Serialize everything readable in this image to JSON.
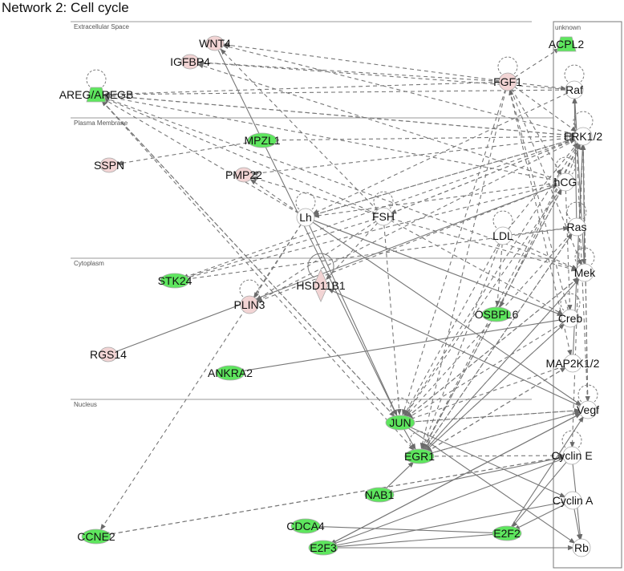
{
  "title": "Network 2: Cell cycle",
  "regions": [
    {
      "id": "extracellular",
      "label": "Extracellular Space"
    },
    {
      "id": "plasma",
      "label": "Plasma Membrane"
    },
    {
      "id": "cytoplasm",
      "label": "Cytoplasm"
    },
    {
      "id": "nucleus",
      "label": "Nucleus"
    },
    {
      "id": "unknown",
      "label": "unknown"
    }
  ],
  "colors": {
    "upregulated": "#f2d4d4",
    "downregulated": "#5ee65e",
    "neutral": "#ffffff",
    "edge": "#777777"
  },
  "nodes": [
    {
      "id": "WNT4",
      "label": "WNT4",
      "fill": "up"
    },
    {
      "id": "IGFBP4",
      "label": "IGFBP4",
      "fill": "up"
    },
    {
      "id": "ACPL2",
      "label": "ACPL2",
      "fill": "down"
    },
    {
      "id": "AREG",
      "label": "AREG/AREGB",
      "fill": "down"
    },
    {
      "id": "FGF1",
      "label": "FGF1",
      "fill": "up"
    },
    {
      "id": "Raf",
      "label": "Raf",
      "fill": "none"
    },
    {
      "id": "MPZL1",
      "label": "MPZL1",
      "fill": "down"
    },
    {
      "id": "ERK",
      "label": "ERK1/2",
      "fill": "none"
    },
    {
      "id": "SSPN",
      "label": "SSPN",
      "fill": "up"
    },
    {
      "id": "PMP22",
      "label": "PMP22",
      "fill": "up"
    },
    {
      "id": "hCG",
      "label": "hCG",
      "fill": "none"
    },
    {
      "id": "Lh",
      "label": "Lh",
      "fill": "none"
    },
    {
      "id": "FSH",
      "label": "FSH",
      "fill": "none"
    },
    {
      "id": "LDL",
      "label": "LDL",
      "fill": "none"
    },
    {
      "id": "Ras",
      "label": "Ras",
      "fill": "none"
    },
    {
      "id": "STK24",
      "label": "STK24",
      "fill": "down"
    },
    {
      "id": "HSD11B1",
      "label": "HSD11B1",
      "fill": "up"
    },
    {
      "id": "Mek",
      "label": "Mek",
      "fill": "none"
    },
    {
      "id": "PLIN3",
      "label": "PLIN3",
      "fill": "up"
    },
    {
      "id": "OSBPL6",
      "label": "OSBPL6",
      "fill": "down"
    },
    {
      "id": "Creb",
      "label": "Creb",
      "fill": "none"
    },
    {
      "id": "RGS14",
      "label": "RGS14",
      "fill": "up"
    },
    {
      "id": "ANKRA2",
      "label": "ANKRA2",
      "fill": "down"
    },
    {
      "id": "MAP2K",
      "label": "MAP2K1/2",
      "fill": "none"
    },
    {
      "id": "Vegf",
      "label": "Vegf",
      "fill": "none"
    },
    {
      "id": "JUN",
      "label": "JUN",
      "fill": "down"
    },
    {
      "id": "EGR1",
      "label": "EGR1",
      "fill": "down"
    },
    {
      "id": "CyclinE",
      "label": "Cyclin E",
      "fill": "none"
    },
    {
      "id": "NAB1",
      "label": "NAB1",
      "fill": "down"
    },
    {
      "id": "CyclinA",
      "label": "Cyclin A",
      "fill": "none"
    },
    {
      "id": "CCNE2",
      "label": "CCNE2",
      "fill": "down"
    },
    {
      "id": "CDCA4",
      "label": "CDCA4",
      "fill": "down"
    },
    {
      "id": "E2F2",
      "label": "E2F2",
      "fill": "down"
    },
    {
      "id": "E2F3",
      "label": "E2F3",
      "fill": "down"
    },
    {
      "id": "Rb",
      "label": "Rb",
      "fill": "none"
    }
  ],
  "edges": [
    {
      "from": "FGF1",
      "to": "WNT4",
      "style": "dashed"
    },
    {
      "from": "FGF1",
      "to": "IGFBP4",
      "style": "dashed"
    },
    {
      "from": "FGF1",
      "to": "AREG",
      "style": "dashed"
    },
    {
      "from": "FGF1",
      "to": "ACPL2",
      "style": "dashed"
    },
    {
      "from": "FGF1",
      "to": "Raf",
      "style": "dashed"
    },
    {
      "from": "FGF1",
      "to": "ERK",
      "style": "dashed"
    },
    {
      "from": "FGF1",
      "to": "hCG",
      "style": "dashed"
    },
    {
      "from": "FGF1",
      "to": "Mek",
      "style": "dashed"
    },
    {
      "from": "FGF1",
      "to": "JUN",
      "style": "dashed"
    },
    {
      "from": "FGF1",
      "to": "EGR1",
      "style": "dashed"
    },
    {
      "from": "FGF1",
      "to": "MAP2K",
      "style": "dashed"
    },
    {
      "from": "Raf",
      "to": "AREG",
      "style": "dashed"
    },
    {
      "from": "Raf",
      "to": "Mek",
      "style": "solid"
    },
    {
      "from": "Raf",
      "to": "IGFBP4",
      "style": "dashed"
    },
    {
      "from": "Raf",
      "to": "Lh",
      "style": "dashed"
    },
    {
      "from": "ERK",
      "to": "AREG",
      "style": "dashed"
    },
    {
      "from": "ERK",
      "to": "MPZL1",
      "style": "dashed"
    },
    {
      "from": "ERK",
      "to": "WNT4",
      "style": "dashed"
    },
    {
      "from": "ERK",
      "to": "PMP22",
      "style": "dashed"
    },
    {
      "from": "ERK",
      "to": "STK24",
      "style": "dashed"
    },
    {
      "from": "ERK",
      "to": "JUN",
      "style": "dashed"
    },
    {
      "from": "ERK",
      "to": "EGR1",
      "style": "dashed"
    },
    {
      "from": "ERK",
      "to": "Lh",
      "style": "dashed"
    },
    {
      "from": "ERK",
      "to": "FSH",
      "style": "dashed"
    },
    {
      "from": "ERK",
      "to": "PLIN3",
      "style": "dashed"
    },
    {
      "from": "ERK",
      "to": "CyclinE",
      "style": "dashed"
    },
    {
      "from": "ERK",
      "to": "Vegf",
      "style": "dashed"
    },
    {
      "from": "ERK",
      "to": "OSBPL6",
      "style": "dashed"
    },
    {
      "from": "MPZL1",
      "to": "SSPN",
      "style": "dashed"
    },
    {
      "from": "hCG",
      "to": "IGFBP4",
      "style": "dashed"
    },
    {
      "from": "hCG",
      "to": "AREG",
      "style": "dashed"
    },
    {
      "from": "hCG",
      "to": "JUN",
      "style": "dashed"
    },
    {
      "from": "hCG",
      "to": "EGR1",
      "style": "dashed"
    },
    {
      "from": "hCG",
      "to": "STK24",
      "style": "dashed"
    },
    {
      "from": "hCG",
      "to": "Lh",
      "style": "dashed"
    },
    {
      "from": "hCG",
      "to": "ERK",
      "style": "dashed"
    },
    {
      "from": "hCG",
      "to": "Creb",
      "style": "dashed"
    },
    {
      "from": "hCG",
      "to": "PLIN3",
      "style": "dashed"
    },
    {
      "from": "FSH",
      "to": "AREG",
      "style": "dashed"
    },
    {
      "from": "FSH",
      "to": "PMP22",
      "style": "dashed"
    },
    {
      "from": "FSH",
      "to": "WNT4",
      "style": "dashed"
    },
    {
      "from": "FSH",
      "to": "STK24",
      "style": "dashed"
    },
    {
      "from": "FSH",
      "to": "PLIN3",
      "style": "dashed"
    },
    {
      "from": "FSH",
      "to": "HSD11B1",
      "style": "dashed"
    },
    {
      "from": "FSH",
      "to": "JUN",
      "style": "dashed"
    },
    {
      "from": "FSH",
      "to": "ERK",
      "style": "dashed"
    },
    {
      "from": "FSH",
      "to": "Creb",
      "style": "dashed"
    },
    {
      "from": "FSH",
      "to": "Mek",
      "style": "dashed"
    },
    {
      "from": "Lh",
      "to": "AREG",
      "style": "dashed"
    },
    {
      "from": "Lh",
      "to": "PMP22",
      "style": "dashed"
    },
    {
      "from": "Lh",
      "to": "PLIN3",
      "style": "dashed"
    },
    {
      "from": "Lh",
      "to": "Vegf",
      "style": "solid"
    },
    {
      "from": "Lh",
      "to": "JUN",
      "style": "solid"
    },
    {
      "from": "Lh",
      "to": "Creb",
      "style": "solid"
    },
    {
      "from": "Lh",
      "to": "ERK",
      "style": "dashed"
    },
    {
      "from": "Lh",
      "to": "CCNE2",
      "style": "dashed"
    },
    {
      "from": "WNT4",
      "to": "JUN",
      "style": "solid"
    },
    {
      "from": "AREG",
      "to": "JUN",
      "style": "dashed"
    },
    {
      "from": "AREG",
      "to": "EGR1",
      "style": "dashed"
    },
    {
      "from": "AREG",
      "to": "ERK",
      "style": "dashed"
    },
    {
      "from": "AREG",
      "to": "Mek",
      "style": "dashed"
    },
    {
      "from": "LDL",
      "to": "JUN",
      "style": "dashed"
    },
    {
      "from": "LDL",
      "to": "EGR1",
      "style": "dashed"
    },
    {
      "from": "LDL",
      "to": "Ras",
      "style": "dashed"
    },
    {
      "from": "LDL",
      "to": "Mek",
      "style": "dashed"
    },
    {
      "from": "LDL",
      "to": "ERK",
      "style": "dashed"
    },
    {
      "from": "LDL",
      "to": "OSBPL6",
      "style": "dashed"
    },
    {
      "from": "Ras",
      "to": "JUN",
      "style": "dashed"
    },
    {
      "from": "Ras",
      "to": "EGR1",
      "style": "dashed"
    },
    {
      "from": "Ras",
      "to": "STK24",
      "style": "dashed"
    },
    {
      "from": "Ras",
      "to": "Raf",
      "style": "solid"
    },
    {
      "from": "Mek",
      "to": "JUN",
      "style": "dashed"
    },
    {
      "from": "Mek",
      "to": "EGR1",
      "style": "dashed"
    },
    {
      "from": "Mek",
      "to": "ERK",
      "style": "solid"
    },
    {
      "from": "Creb",
      "to": "JUN",
      "style": "dashed"
    },
    {
      "from": "Creb",
      "to": "EGR1",
      "style": "dashed"
    },
    {
      "from": "Creb",
      "to": "ANKRA2",
      "style": "solid"
    },
    {
      "from": "Creb",
      "to": "FGF1",
      "style": "dashed"
    },
    {
      "from": "MAP2K",
      "to": "JUN",
      "style": "dashed"
    },
    {
      "from": "MAP2K",
      "to": "EGR1",
      "style": "dashed"
    },
    {
      "from": "MAP2K",
      "to": "ERK",
      "style": "solid"
    },
    {
      "from": "Vegf",
      "to": "JUN",
      "style": "dashed"
    },
    {
      "from": "Vegf",
      "to": "EGR1",
      "style": "dashed"
    },
    {
      "from": "Vegf",
      "to": "ERK",
      "style": "dashed"
    },
    {
      "from": "Vegf",
      "to": "Raf",
      "style": "dashed"
    },
    {
      "from": "Vegf",
      "to": "HSD11B1",
      "style": "solid"
    },
    {
      "from": "Vegf",
      "to": "E2F3",
      "style": "solid"
    },
    {
      "from": "JUN",
      "to": "EGR1",
      "style": "solid"
    },
    {
      "from": "JUN",
      "to": "Rb",
      "style": "solid"
    },
    {
      "from": "JUN",
      "to": "CyclinA",
      "style": "solid"
    },
    {
      "from": "JUN",
      "to": "AREG",
      "style": "dashed"
    },
    {
      "from": "RGS14",
      "to": "hCG",
      "style": "solid"
    },
    {
      "from": "NAB1",
      "to": "EGR1",
      "style": "solid"
    },
    {
      "from": "CyclinE",
      "to": "CCNE2",
      "style": "dashed"
    },
    {
      "from": "CyclinE",
      "to": "E2F3",
      "style": "solid"
    },
    {
      "from": "CyclinE",
      "to": "NAB1",
      "style": "solid"
    },
    {
      "from": "CyclinE",
      "to": "Rb",
      "style": "solid"
    },
    {
      "from": "CyclinE",
      "to": "E2F2",
      "style": "solid"
    },
    {
      "from": "CyclinA",
      "to": "E2F3",
      "style": "solid"
    },
    {
      "from": "CyclinA",
      "to": "E2F2",
      "style": "solid"
    },
    {
      "from": "CyclinA",
      "to": "Rb",
      "style": "solid"
    },
    {
      "from": "E2F2",
      "to": "CDCA4",
      "style": "solid"
    },
    {
      "from": "E2F2",
      "to": "E2F3",
      "style": "solid"
    },
    {
      "from": "E2F2",
      "to": "Vegf",
      "style": "solid"
    },
    {
      "from": "E2F3",
      "to": "Rb",
      "style": "solid"
    },
    {
      "from": "E2F3",
      "to": "Vegf",
      "style": "solid"
    },
    {
      "from": "Rb",
      "to": "E2F3",
      "style": "solid"
    },
    {
      "from": "CCNE2",
      "to": "CyclinE",
      "style": "dashed"
    },
    {
      "from": "EGR1",
      "to": "Ras",
      "style": "dashed"
    },
    {
      "from": "EGR1",
      "to": "Mek",
      "style": "dashed"
    },
    {
      "from": "EGR1",
      "to": "Creb",
      "style": "dashed"
    },
    {
      "from": "EGR1",
      "to": "MAP2K",
      "style": "dashed"
    },
    {
      "from": "EGR1",
      "to": "Vegf",
      "style": "dashed"
    },
    {
      "from": "EGR1",
      "to": "hCG",
      "style": "dashed"
    },
    {
      "from": "EGR1",
      "to": "CyclinE",
      "style": "dashed"
    },
    {
      "from": "JUN",
      "to": "Vegf",
      "style": "dashed"
    },
    {
      "from": "JUN",
      "to": "Mek",
      "style": "dashed"
    }
  ]
}
